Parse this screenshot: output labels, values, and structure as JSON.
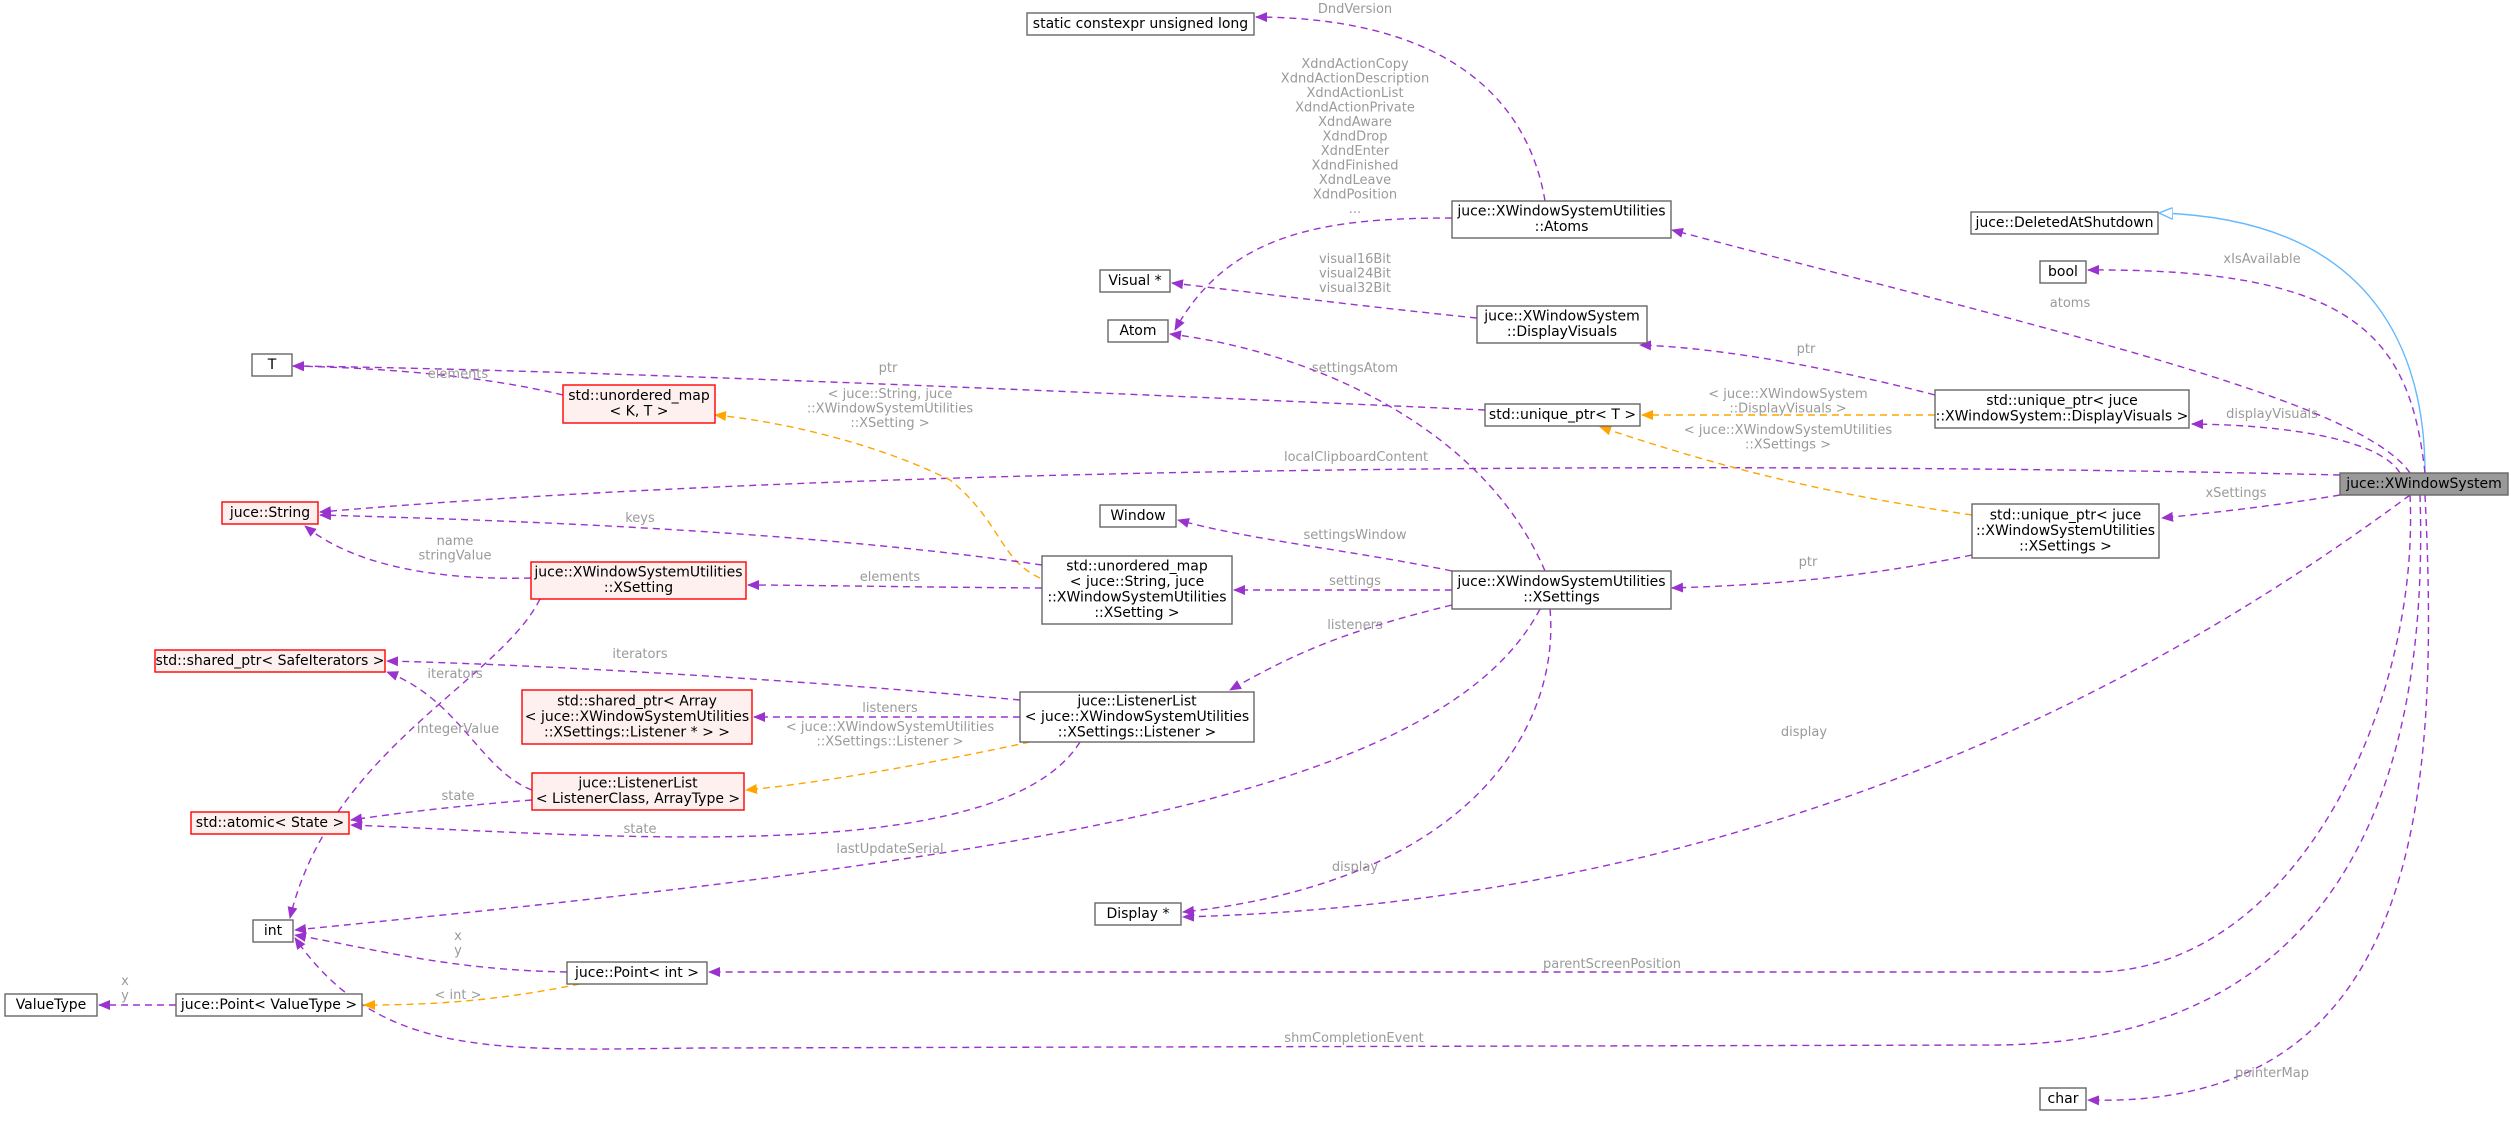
{
  "colors": {
    "member_edge": "#9a32cd",
    "template_edge": "#ffa500",
    "inherit_edge": "#63b8ff",
    "red_box_border": "#ff0000",
    "red_box_fill": "#fff0f0",
    "focus_fill": "#999999",
    "label": "#9a9a9a"
  },
  "nodes": {
    "xwindowsystem": [
      "juce::XWindowSystem"
    ],
    "deleted_at_shutdown": [
      "juce::DeletedAtShutdown"
    ],
    "bool": [
      "bool"
    ],
    "char": [
      "char"
    ],
    "static_constexpr": [
      "static constexpr unsigned long"
    ],
    "atoms": [
      "juce::XWindowSystemUtilities",
      "::Atoms"
    ],
    "visual_ptr": [
      "Visual *"
    ],
    "atom": [
      "Atom"
    ],
    "display_visuals": [
      "juce::XWindowSystem",
      "::DisplayVisuals"
    ],
    "t": [
      "T"
    ],
    "unordered_map_kt": [
      "std::unordered_map",
      "< K, T >"
    ],
    "unique_ptr_t": [
      "std::unique_ptr< T >"
    ],
    "unique_ptr_dv": [
      "std::unique_ptr< juce",
      "::XWindowSystem::DisplayVisuals >"
    ],
    "string": [
      "juce::String"
    ],
    "window": [
      "Window"
    ],
    "unique_ptr_xs": [
      "std::unique_ptr< juce",
      "::XWindowSystemUtilities",
      "::XSettings >"
    ],
    "xsetting": [
      "juce::XWindowSystemUtilities",
      "::XSetting"
    ],
    "unordered_map_xs": [
      "std::unordered_map",
      "< juce::String, juce",
      "::XWindowSystemUtilities",
      "::XSetting >"
    ],
    "xsettings": [
      "juce::XWindowSystemUtilities",
      "::XSettings"
    ],
    "shared_ptr_safe": [
      "std::shared_ptr< SafeIterators >"
    ],
    "shared_ptr_array": [
      "std::shared_ptr< Array",
      "< juce::XWindowSystemUtilities",
      "::XSettings::Listener * > >"
    ],
    "listener_list_xs": [
      "juce::ListenerList",
      "< juce::XWindowSystemUtilities",
      "::XSettings::Listener >"
    ],
    "listener_list_gen": [
      "juce::ListenerList",
      "< ListenerClass, ArrayType >"
    ],
    "atomic_state": [
      "std::atomic< State >"
    ],
    "int": [
      "int"
    ],
    "display_ptr": [
      "Display *"
    ],
    "point_int": [
      "juce::Point< int >"
    ],
    "value_type": [
      "ValueType"
    ],
    "point_vt": [
      "juce::Point< ValueType >"
    ]
  },
  "edges": {
    "inherit": [
      ""
    ],
    "xlsavailable": [
      "xIsAvailable"
    ],
    "atoms": [
      "atoms"
    ],
    "displayvisuals": [
      "displayVisuals"
    ],
    "xsettings": [
      "xSettings"
    ],
    "localclipboard": [
      "localClipboardContent"
    ],
    "display_main": [
      "display"
    ],
    "parentscreen": [
      "parentScreenPosition"
    ],
    "shmcompletion": [
      "shmCompletionEvent"
    ],
    "pointermap": [
      "pointerMap"
    ],
    "dndversion": [
      "DndVersion"
    ],
    "xdnd": [
      "XdndActionCopy",
      "XdndActionDescription",
      "XdndActionList",
      "XdndActionPrivate",
      "XdndAware",
      "XdndDrop",
      "XdndEnter",
      "XdndFinished",
      "XdndLeave",
      "XdndPosition",
      "..."
    ],
    "visuals": [
      "visual16Bit",
      "visual24Bit",
      "visual32Bit"
    ],
    "ptr_dv": [
      "ptr"
    ],
    "ptr_t": [
      "ptr"
    ],
    "tmpl_dv": [
      "< juce::XWindowSystem",
      "::DisplayVisuals >"
    ],
    "tmpl_xs": [
      "< juce::XWindowSystemUtilities",
      "::XSettings >"
    ],
    "ptr_xs": [
      "ptr"
    ],
    "elements_t": [
      "elements"
    ],
    "tmpl_map": [
      "< juce::String, juce",
      "::XWindowSystemUtilities",
      "::XSetting >"
    ],
    "settingsatom": [
      "settingsAtom"
    ],
    "keys": [
      "keys"
    ],
    "name_value": [
      "name",
      "stringValue"
    ],
    "elements_xs": [
      "elements"
    ],
    "settingswindow": [
      "settingsWindow"
    ],
    "settings": [
      "settings"
    ],
    "listeners_main": [
      "listeners"
    ],
    "iterators_ll": [
      "iterators"
    ],
    "iterators_gen": [
      "iterators"
    ],
    "listeners_arr": [
      "listeners"
    ],
    "tmpl_ll": [
      "< juce::XWindowSystemUtilities",
      "::XSettings::Listener >"
    ],
    "integervalue": [
      "integerValue"
    ],
    "state_gen": [
      "state"
    ],
    "state_ll": [
      "state"
    ],
    "lastupdate": [
      "lastUpdateSerial"
    ],
    "display_xs": [
      "display"
    ],
    "xy_int": [
      "x",
      "y"
    ],
    "tmpl_int": [
      "< int >"
    ],
    "xy_vt": [
      "x",
      "y"
    ]
  }
}
